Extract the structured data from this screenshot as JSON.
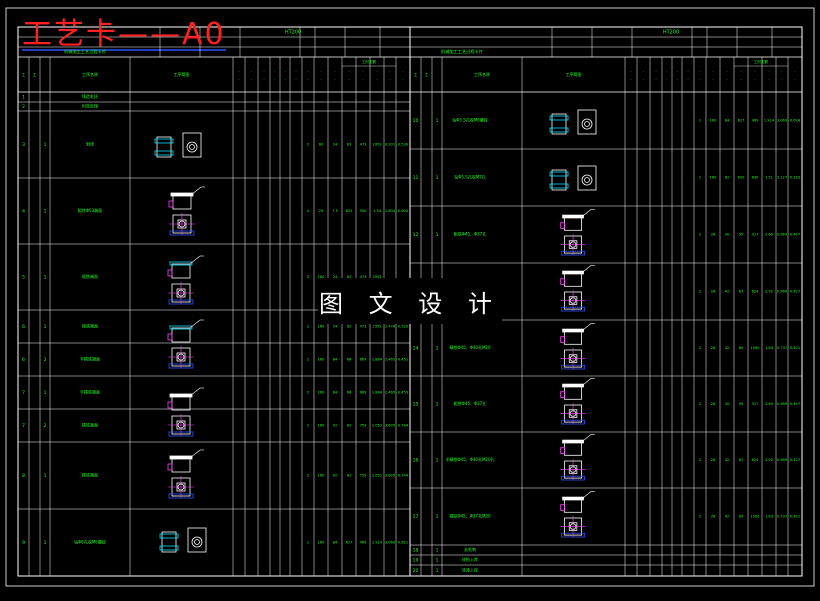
{
  "title_overlay": "工艺卡——A0",
  "watermark": "图 文 设 计",
  "material_code": "HT200",
  "left_table_title": "机械加工工艺过程卡片",
  "right_table_title": "机械加工工艺过程卡片",
  "header_labels": [
    "工序号",
    "工步号",
    "工序名称",
    "工序简图",
    "设备",
    "夹具",
    "刀具",
    "量具",
    "切削速度",
    "进给量",
    "切削深度",
    "走刀次数",
    "工时定额"
  ],
  "left_rows": [
    {
      "no": "1",
      "step": "",
      "name": "铸造毛坯"
    },
    {
      "no": "2",
      "step": "",
      "name": "时效处理"
    },
    {
      "no": "3",
      "step": "1",
      "name": "划线",
      "vals": [
        "2",
        "60",
        "24",
        "62",
        "473",
        "2952",
        "0.201",
        "0.530"
      ]
    },
    {
      "no": "4",
      "step": "1",
      "name": "粗铣Φ53端面",
      "vals": [
        "4",
        "25",
        "7.5",
        "625",
        "500",
        "1.34",
        "1.804",
        "0.604"
      ]
    },
    {
      "no": "5",
      "step": "1",
      "name": "粗铣端面",
      "vals": [
        "2",
        "160",
        "24",
        "62",
        "473",
        "2952"
      ]
    },
    {
      "no": "6",
      "step": "1",
      "name": "粗铣端面",
      "vals": [
        "2",
        "160",
        "24",
        "62",
        "473",
        "2952",
        "2.478",
        "0.520"
      ]
    },
    {
      "no": "6",
      "step": "2",
      "name": "半精铣端面",
      "vals": [
        "2",
        "160",
        "84",
        "66",
        "669",
        "1.884",
        "2.465",
        "0.451"
      ]
    },
    {
      "no": "7",
      "step": "1",
      "name": "半精铣端面",
      "vals": [
        "2",
        "160",
        "84",
        "66",
        "669",
        "1.884",
        "2.465",
        "0.453"
      ]
    },
    {
      "no": "7",
      "step": "2",
      "name": "精铣端面",
      "vals": [
        "2",
        "160",
        "92",
        "62",
        "759",
        "1.052",
        "3.605",
        "0.744"
      ]
    },
    {
      "no": "8",
      "step": "1",
      "name": "精铣端面",
      "vals": [
        "2",
        "160",
        "92",
        "62",
        "759",
        "1.052",
        "3.605",
        "0.744"
      ]
    },
    {
      "no": "9",
      "step": "1",
      "name": "钻Φ6孔攻M6螺纹",
      "vals": [
        "1",
        "160",
        "84",
        "627",
        "469",
        "1.914",
        "3.069",
        "0.621"
      ]
    }
  ],
  "right_rows": [
    {
      "no": "10",
      "step": "1",
      "name": "钻Φ5.5孔攻M6螺纹",
      "vals": [
        "1",
        "160",
        "84",
        "627",
        "469",
        "1.914",
        "3.069",
        "0.624"
      ]
    },
    {
      "no": "11",
      "step": "1",
      "name": "钻Φ5.5孔攻M7孔",
      "vals": [
        "1",
        "160",
        "82",
        "620",
        "630",
        "1.51",
        "3.127",
        "0.263"
      ]
    },
    {
      "no": "12",
      "step": "1",
      "name": "粗铣Φ45、Φ37孔",
      "vals": [
        "2",
        "28",
        "30",
        "95",
        "317",
        "2.69",
        "0.969",
        "0.447"
      ]
    },
    {
      "no": "13",
      "step": "1",
      "name": "半精铣孔",
      "vals": [
        "2",
        "28",
        "42",
        "87",
        "624",
        "2.92",
        "0.969",
        "0.427"
      ]
    },
    {
      "no": "14",
      "step": "1",
      "name": "精铣Φ45、Φ30孔M20",
      "vals": [
        "2",
        "28",
        "42",
        "89",
        "1090",
        "1.83",
        "0.737",
        "0.421"
      ]
    },
    {
      "no": "15",
      "step": "1",
      "name": "粗铣Φ45、Φ37孔",
      "vals": [
        "2",
        "28",
        "30",
        "95",
        "317",
        "2.69",
        "0.969",
        "0.447"
      ]
    },
    {
      "no": "16",
      "step": "1",
      "name": "半精铣Φ45、Φ30孔M20孔",
      "vals": [
        "2",
        "28",
        "42",
        "87",
        "624",
        "2.92",
        "0.969",
        "0.427"
      ]
    },
    {
      "no": "17",
      "step": "1",
      "name": "精铣Φ45、Φ37孔M20",
      "vals": [
        "2",
        "28",
        "42",
        "89",
        "1090",
        "1.83",
        "0.737",
        "0.421"
      ]
    },
    {
      "no": "18",
      "step": "1",
      "name": "去毛刺"
    },
    {
      "no": "19",
      "step": "1",
      "name": "终检入库"
    },
    {
      "no": "20",
      "step": "1",
      "name": "涂漆入库"
    }
  ],
  "colors": {
    "lines": "#ffffff",
    "text": "#20ff20",
    "sketch_cyan": "#00e0ff",
    "sketch_magenta": "#ff40ff",
    "sketch_blue": "#3050ff",
    "title_red": "#ff2020",
    "title_blue": "#3050ff"
  }
}
